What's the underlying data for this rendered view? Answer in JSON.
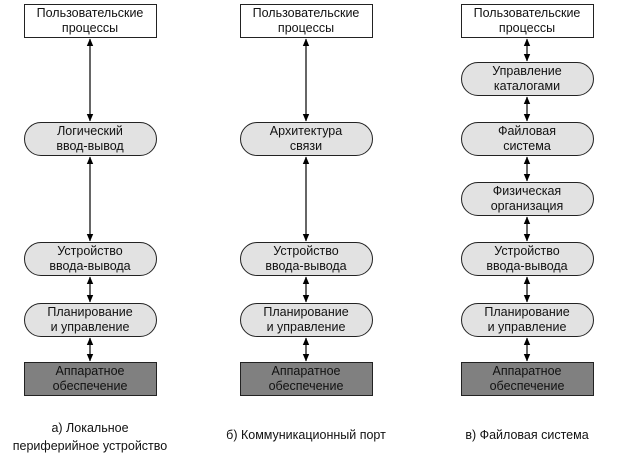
{
  "columns": [
    {
      "nodes": [
        {
          "label": "Пользовательские\nпроцессы",
          "kind": "rect"
        },
        {
          "label": "Логический\nввод-вывод",
          "kind": "pill"
        },
        {
          "label": "Устройство\nввода-вывода",
          "kind": "pill"
        },
        {
          "label": "Планирование\nи управление",
          "kind": "pill"
        },
        {
          "label": "Аппаратное\nобеспечение",
          "kind": "dark"
        }
      ],
      "caption": "а) Локальное\nпериферийное устройство"
    },
    {
      "nodes": [
        {
          "label": "Пользовательские\nпроцессы",
          "kind": "rect"
        },
        {
          "label": "Архитектура\nсвязи",
          "kind": "pill"
        },
        {
          "label": "Устройство\nввода-вывода",
          "kind": "pill"
        },
        {
          "label": "Планирование\nи управление",
          "kind": "pill"
        },
        {
          "label": "Аппаратное\nобеспечение",
          "kind": "dark"
        }
      ],
      "caption": "б) Коммуникационный порт"
    },
    {
      "nodes": [
        {
          "label": "Пользовательские\nпроцессы",
          "kind": "rect"
        },
        {
          "label": "Управление\nкаталогами",
          "kind": "pill"
        },
        {
          "label": "Файловая\nсистема",
          "kind": "pill"
        },
        {
          "label": "Физическая\nорганизация",
          "kind": "pill"
        },
        {
          "label": "Устройство\nввода-вывода",
          "kind": "pill"
        },
        {
          "label": "Планирование\nи управление",
          "kind": "pill"
        },
        {
          "label": "Аппаратное\nобеспечение",
          "kind": "dark"
        }
      ],
      "caption": "в) Файловая система"
    }
  ],
  "colors": {
    "pill_fill": "#e2e2e2",
    "hardware_fill": "#808080",
    "box_fill": "#ffffff",
    "line": "#000000"
  }
}
